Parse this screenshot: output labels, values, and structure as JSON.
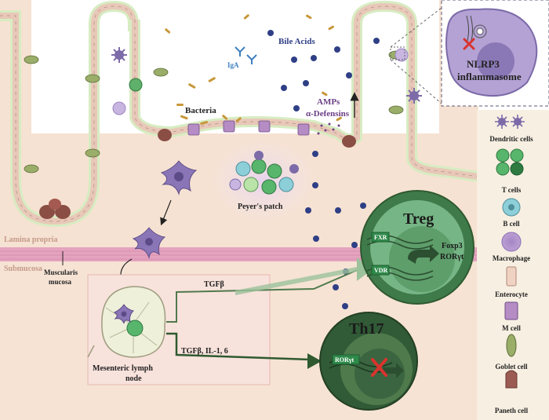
{
  "labels": {
    "bile_acids": "Bile Acids",
    "iga": "IgA",
    "bacteria": "Bacteria",
    "amps": "AMPs",
    "defensins": "α-Defensins",
    "peyers_patch": "Peyer's patch",
    "nlrp3_line1": "NLRP3",
    "nlrp3_line2": "inflammasome",
    "lamina_propria": "Lamina propria",
    "submucosa": "Submucosa",
    "muscularis_line1": "Muscularis",
    "muscularis_line2": "mucosa",
    "tgfb": "TGFβ",
    "tgfb_il": "TGFβ, IL-1, 6",
    "mln_line1": "Mesenteric lymph",
    "mln_line2": "node",
    "treg": "Treg",
    "th17": "Th17",
    "fxr": "FXR",
    "vdr": "VDR",
    "foxp3": "Foxp3",
    "roryt": "RORγt",
    "roryt_th17": "RORγt"
  },
  "legend": [
    {
      "key": "dendritic",
      "label": "Dendritic cells"
    },
    {
      "key": "tcell",
      "label": "T cells"
    },
    {
      "key": "bcell",
      "label": "B cell"
    },
    {
      "key": "macrophage",
      "label": "Macrophage"
    },
    {
      "key": "enterocyte",
      "label": "Enterocyte"
    },
    {
      "key": "mcell",
      "label": "M cell"
    },
    {
      "key": "goblet",
      "label": "Goblet cell"
    },
    {
      "key": "paneth",
      "label": "Paneth cell"
    }
  ],
  "colors": {
    "tissue": "#f7e3d3",
    "mucus": "#d6ecc4",
    "epithelium": "#efd2c2",
    "submucosa": "#f2ddd0",
    "muscle": "#e8a9c2",
    "dendritic": "#7d6aa8",
    "treg": "#62a873",
    "th17": "#4f7a4c",
    "bile_dot": "#2f3f86",
    "legend_bg": "#f7efe2",
    "inhibit": "#d9332e"
  }
}
